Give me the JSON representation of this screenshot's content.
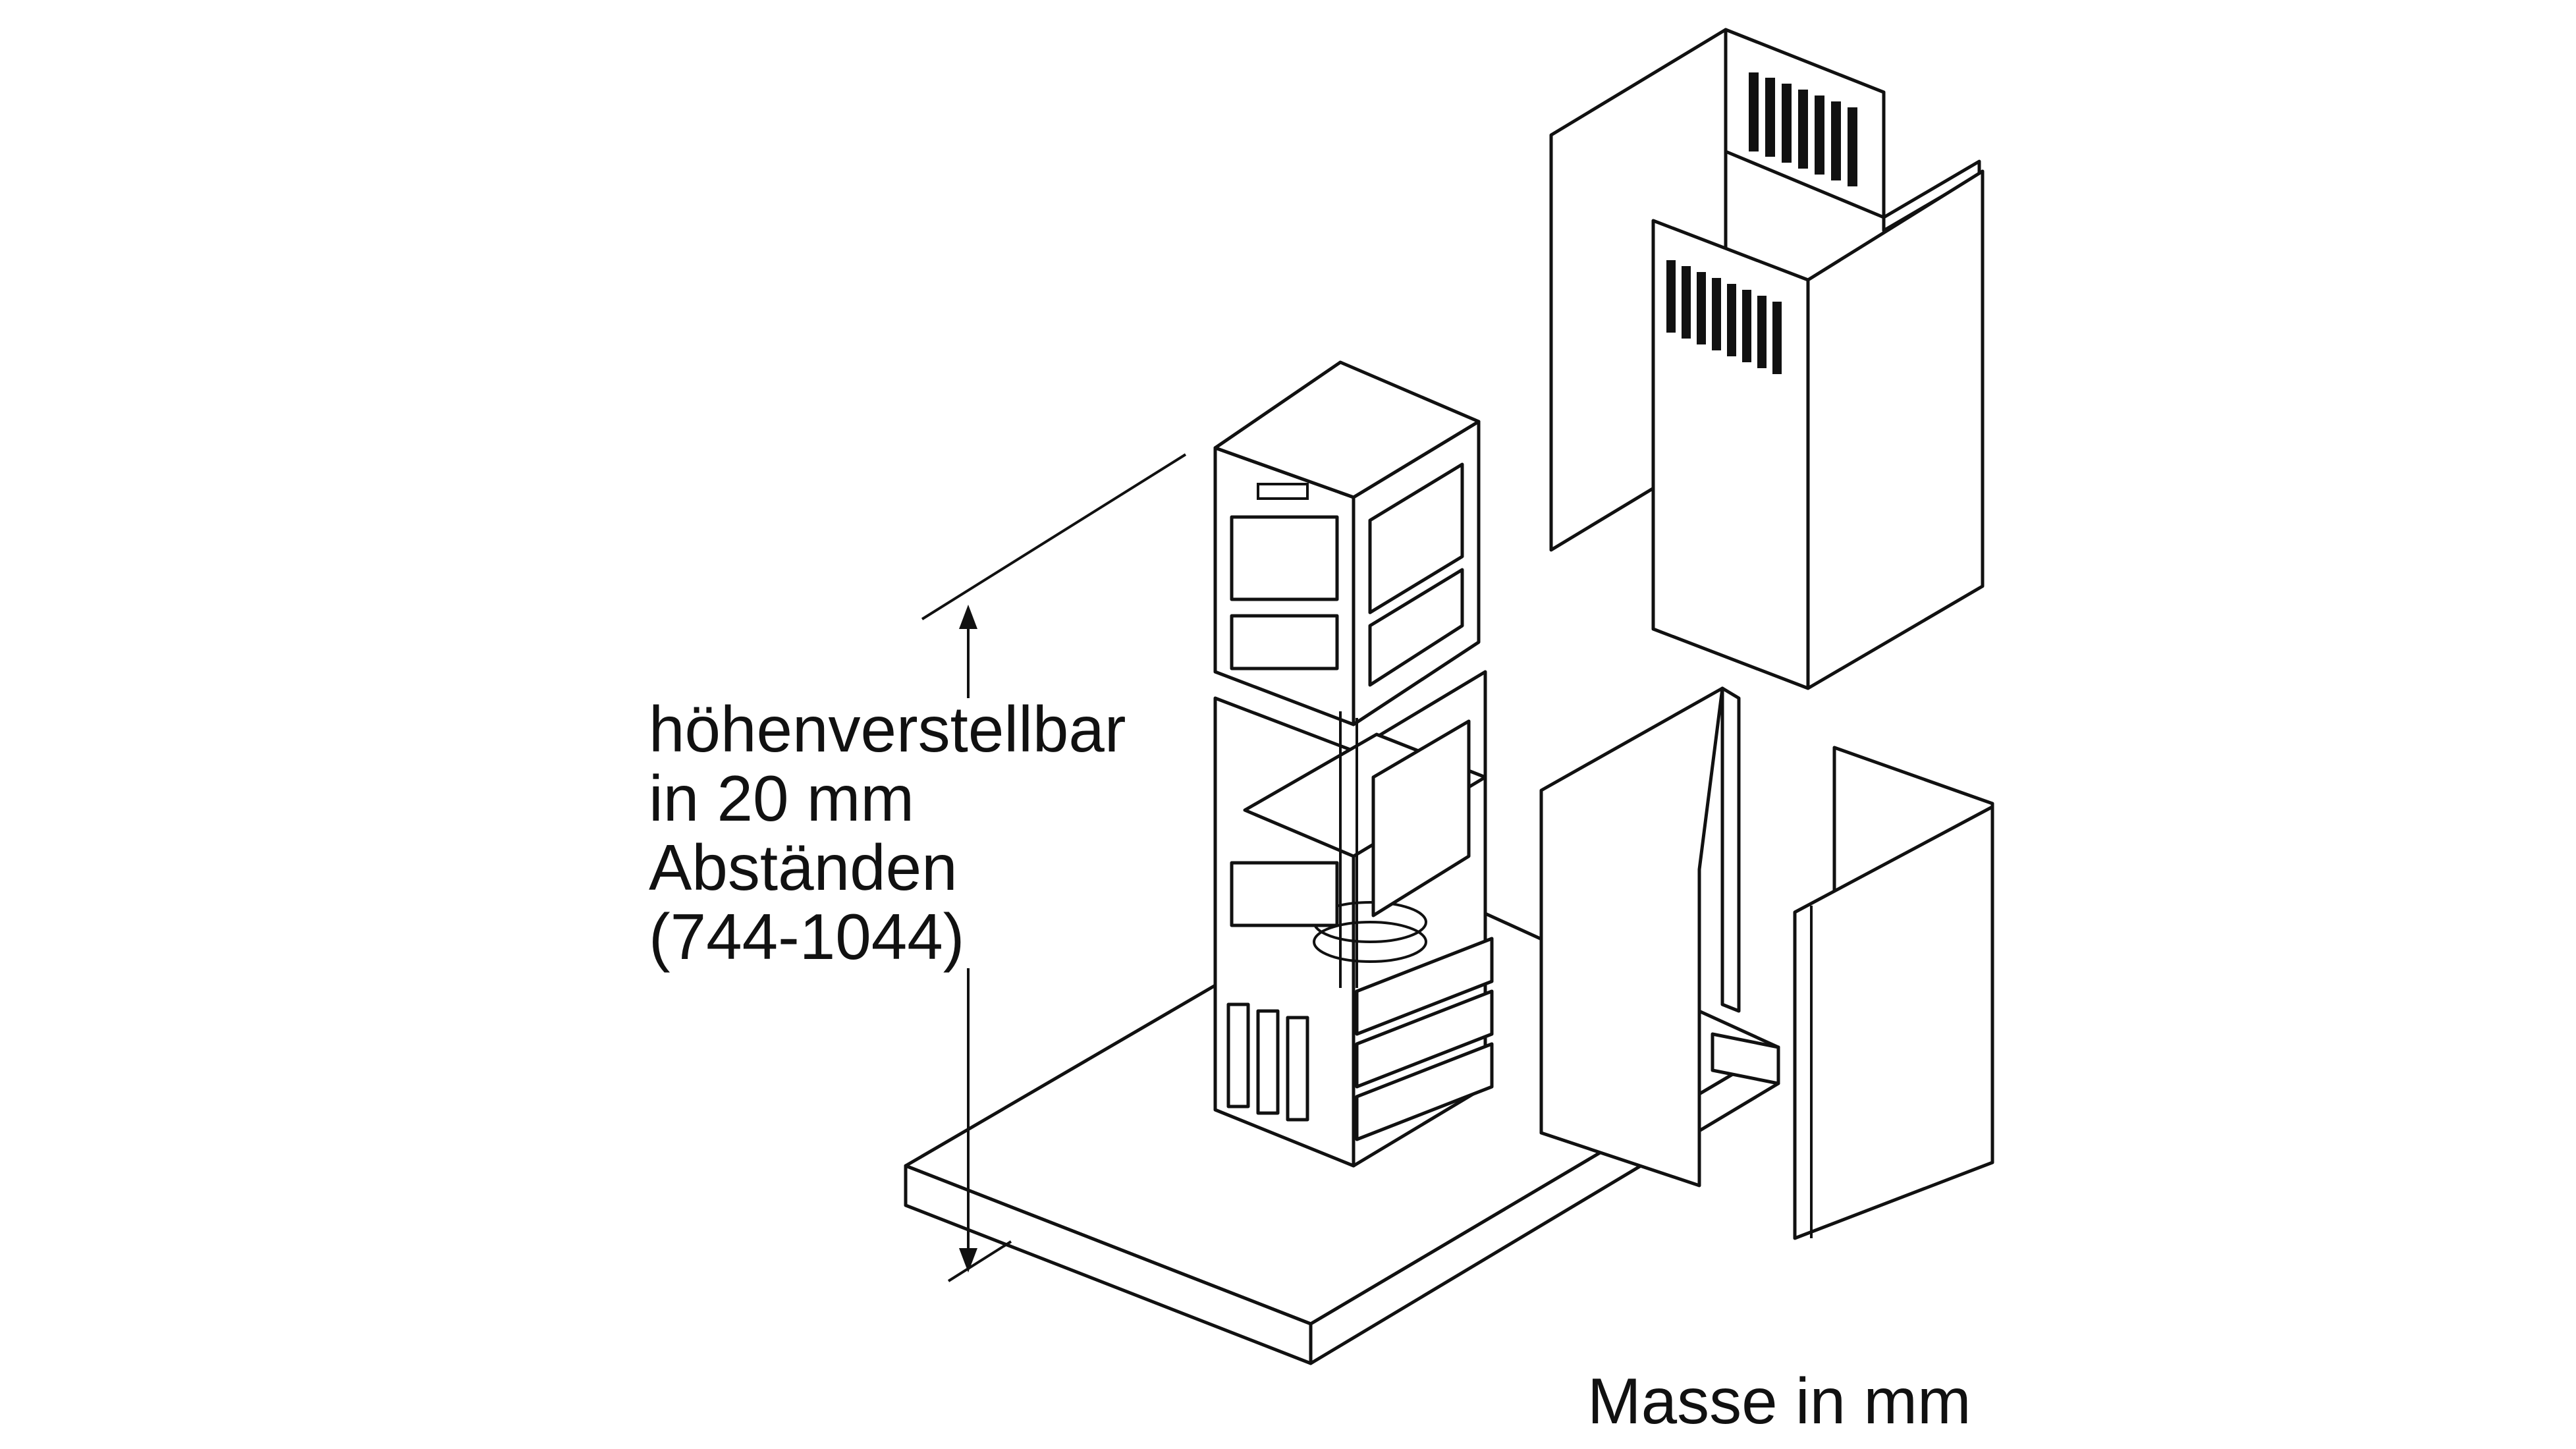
{
  "height_label": [
    "höhenverstellbar",
    "in 20 mm",
    "Abständen",
    "(744-1044)"
  ],
  "caption": "Masse in mm",
  "colors": {
    "line": "#111111",
    "background": "#ffffff"
  }
}
